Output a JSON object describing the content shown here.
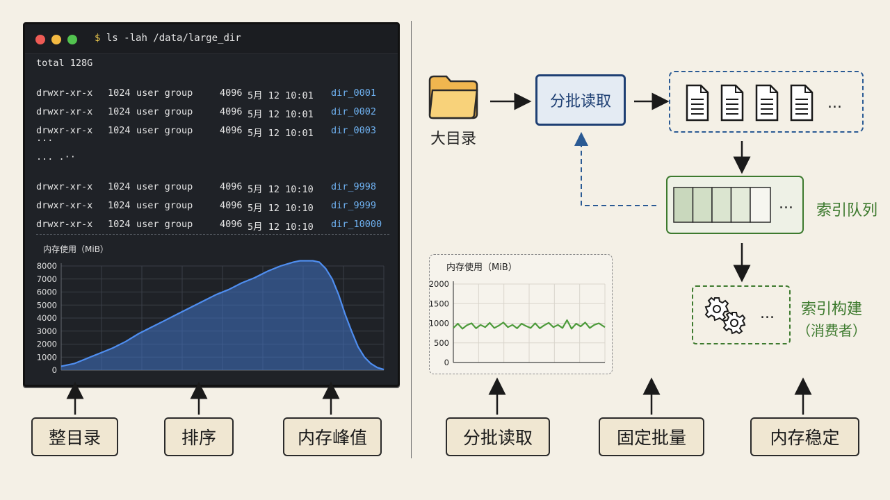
{
  "terminal": {
    "prompt": "$",
    "command": "ls -lah /data/large_dir",
    "dot_colors": [
      "#ee5b55",
      "#f3b941",
      "#52c34f"
    ],
    "total_line": "total 128G",
    "rows": [
      {
        "perm": "drwxr-xr-x",
        "count": "1024",
        "owner": "user group",
        "size": "4096",
        "date": "5月 12 10:01",
        "name": "dir_0001"
      },
      {
        "perm": "drwxr-xr-x",
        "count": "1024",
        "owner": "user group",
        "size": "4096",
        "date": "5月 12 10:01",
        "name": "dir_0002"
      },
      {
        "perm": "drwxr-xr-x",
        "count": "1024",
        "owner": "user group",
        "size": "4096",
        "date": "5月 12 10:01",
        "name": "dir_0003"
      }
    ],
    "ellipsis_1": "...",
    "ellipsis_2": "... .··",
    "rows_end": [
      {
        "perm": "drwxr-xr-x",
        "count": "1024",
        "owner": "user group",
        "size": "4096",
        "date": "5月 12 10:10",
        "name": "dir_9998"
      },
      {
        "perm": "drwxr-xr-x",
        "count": "1024",
        "owner": "user group",
        "size": "4096",
        "date": "5月 12 10:10",
        "name": "dir_9999"
      },
      {
        "perm": "drwxr-xr-x",
        "count": "1024",
        "owner": "user group",
        "size": "4096",
        "date": "5月 12 10:10",
        "name": "dir_10000"
      }
    ]
  },
  "chart_data": [
    {
      "type": "area",
      "title": "内存使用（MiB）",
      "xlabel": "",
      "ylabel": "",
      "ylim": [
        0,
        8000
      ],
      "yticks": [
        0,
        1000,
        2000,
        3000,
        4000,
        5000,
        6000,
        7000,
        8000
      ],
      "grid": true,
      "color": "#3f73c4",
      "x": [
        0,
        4,
        8,
        12,
        16,
        20,
        24,
        28,
        32,
        36,
        40,
        44,
        48,
        52,
        56,
        60,
        64,
        68,
        72,
        74,
        76,
        78,
        80,
        82,
        84,
        86,
        88,
        90,
        92,
        94,
        96,
        98,
        100
      ],
      "y": [
        300,
        500,
        900,
        1300,
        1700,
        2200,
        2800,
        3300,
        3800,
        4300,
        4800,
        5300,
        5800,
        6200,
        6700,
        7100,
        7600,
        8000,
        8300,
        8400,
        8400,
        8400,
        8300,
        7800,
        7000,
        5800,
        4300,
        3000,
        1800,
        1000,
        500,
        200,
        50
      ]
    },
    {
      "type": "line",
      "title": "内存使用（MiB）",
      "xlabel": "",
      "ylabel": "",
      "ylim": [
        0,
        2000
      ],
      "yticks": [
        0,
        500,
        1000,
        1500,
        2000
      ],
      "grid": true,
      "color": "#4c9a3a",
      "x": [
        0,
        3,
        6,
        9,
        12,
        15,
        18,
        21,
        24,
        27,
        30,
        33,
        36,
        39,
        42,
        45,
        48,
        51,
        54,
        57,
        60,
        63,
        66,
        69,
        72,
        75,
        78,
        81,
        84,
        87,
        90,
        93,
        96,
        100
      ],
      "y": [
        880,
        990,
        860,
        950,
        1000,
        870,
        960,
        900,
        1010,
        880,
        940,
        1020,
        900,
        960,
        870,
        990,
        930,
        880,
        1000,
        870,
        950,
        1010,
        900,
        960,
        880,
        1080,
        860,
        990,
        920,
        1020,
        880,
        960,
        1000,
        900
      ]
    }
  ],
  "labels": {
    "whole_dir": "整目录",
    "sort": "排序",
    "mem_peak": "内存峰值",
    "batch_read": "分批读取",
    "fixed_batch": "固定批量",
    "mem_stable": "内存稳定"
  },
  "diagram": {
    "big_dir": "大目录",
    "batch_read": "分批读取",
    "docs_more": "...",
    "queue_more": "...",
    "index_queue": "索引队列",
    "builder_more": "...",
    "index_build": "索引构建",
    "consumer": "（消费者）",
    "colors": {
      "blue": "#1e3f73",
      "green": "#3d7a2e",
      "folder": "#f5c86b"
    }
  }
}
